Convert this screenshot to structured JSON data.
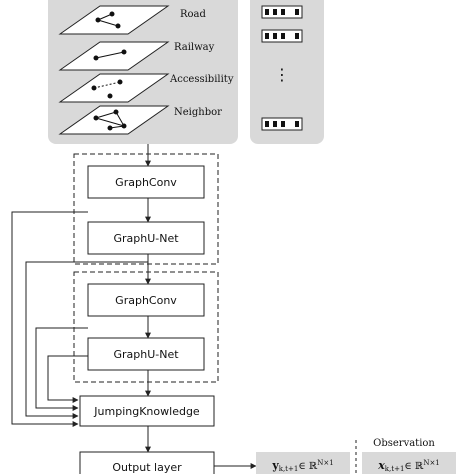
{
  "layers": {
    "road": "Road",
    "railway": "Railway",
    "accessibility": "Accessibility",
    "neighbor": "Neighbor"
  },
  "feature_panel": {
    "ellipsis": "⋮"
  },
  "blocks": {
    "block1_conv": "GraphConv",
    "block1_unet": "GraphU-Net",
    "block2_conv": "GraphConv",
    "block2_unet": "GraphU-Net"
  },
  "jumping": "JumpingKnowledge",
  "output": "Output layer",
  "observation": {
    "title": "Observation"
  },
  "predictions": {
    "y_label": "y",
    "y_sub": "k,t+1",
    "y_space": "∈ ℝ",
    "y_sup": "N×1",
    "x_label": "x",
    "x_sub": "k,t+1",
    "x_space": "∈ ℝ",
    "x_sup": "N×1"
  },
  "colors": {
    "panel": "#d9d9d9",
    "stroke": "#222222",
    "dot": "#111111",
    "feature_cell": "#111111"
  }
}
